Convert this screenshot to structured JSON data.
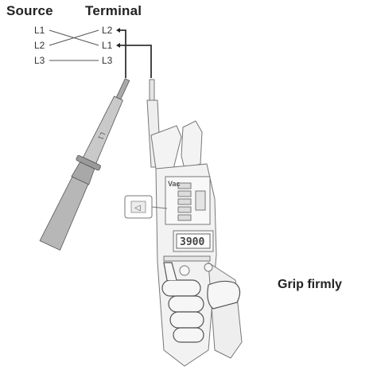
{
  "headers": {
    "source": "Source",
    "terminal": "Terminal"
  },
  "wiring": {
    "source": [
      "L1",
      "L2",
      "L3"
    ],
    "terminal": [
      "L2",
      "L1",
      "L3"
    ]
  },
  "probe_label": "L1",
  "tester": {
    "range_label": "Vac",
    "display_reading": "3900",
    "indicator_symbol": "◁"
  },
  "caption": "Grip firmly"
}
